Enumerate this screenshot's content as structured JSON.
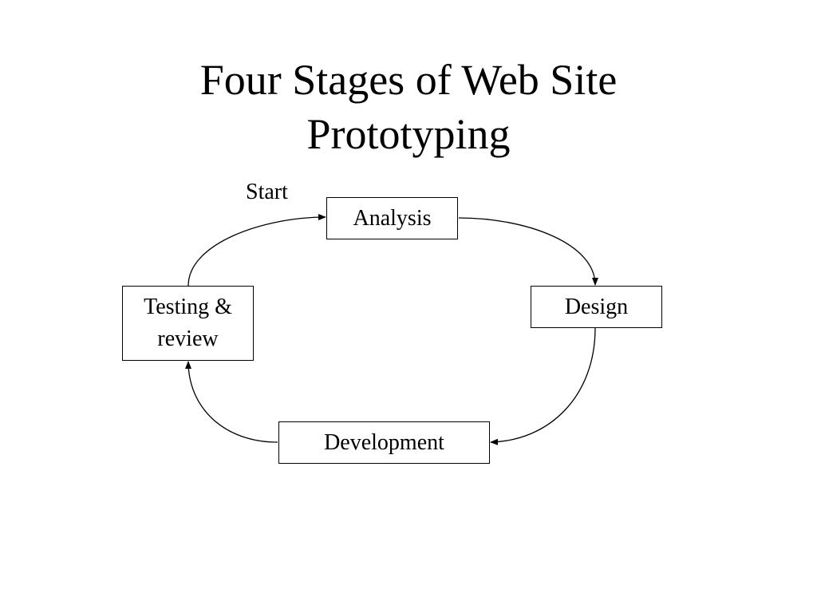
{
  "title": {
    "line1": "Four Stages of Web Site",
    "line2": "Prototyping"
  },
  "start_label": "Start",
  "stages": {
    "analysis": "Analysis",
    "design": "Design",
    "development": "Development",
    "testing_line1": "Testing &",
    "testing_line2": "review"
  },
  "colors": {
    "background": "#ffffff",
    "foreground": "#000000"
  }
}
